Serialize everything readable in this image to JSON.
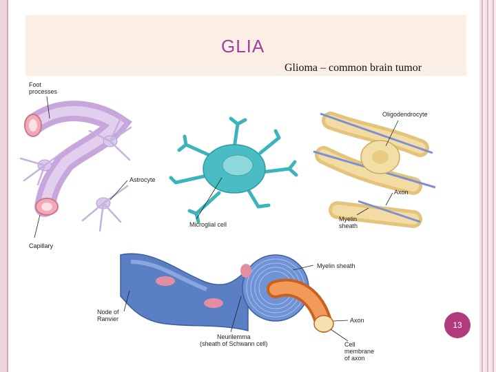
{
  "slide": {
    "title": "GLIA",
    "subtitle": "Glioma – common brain tumor",
    "page_number": "13"
  },
  "labels": {
    "foot_processes_1": "Foot",
    "foot_processes_2": "processes",
    "astrocyte": "Astrocyte",
    "capillary": "Capillary",
    "microglial": "Microglial cell",
    "oligodendrocyte": "Oligodendrocyte",
    "axon_top": "Axon",
    "myelin_1": "Myelin",
    "myelin_2": "sheath",
    "myelin_sheath": "Myelin sheath",
    "node_1": "Node of",
    "node_2": "Ranvier",
    "neurilemma_1": "Neurilemma",
    "neurilemma_2": "(sheath of Schwann cell)",
    "axon_bottom": "Axon",
    "cell_membrane_1": "Cell",
    "cell_membrane_2": "membrane",
    "cell_membrane_3": "of axon"
  },
  "colors": {
    "title": "#a0429b",
    "badge": "#b23a7c",
    "header_bg": "#fbeee4"
  }
}
